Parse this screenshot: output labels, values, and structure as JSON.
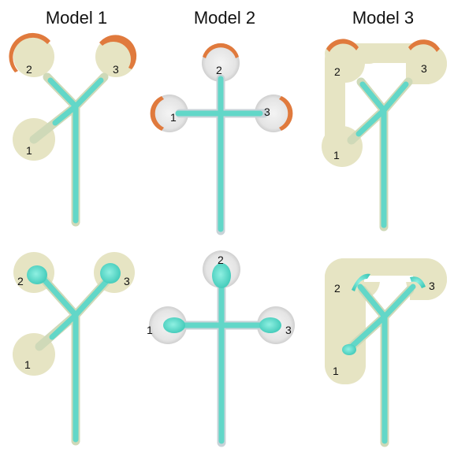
{
  "figure": {
    "titles": [
      "Model 1",
      "Model 2",
      "Model 3"
    ],
    "port_labels": [
      "1",
      "2",
      "3"
    ]
  },
  "colors": {
    "channel": "#6ad9cb",
    "channel_edge": "#b8d8b6",
    "pad": "#e5e3c2",
    "pad_grey": "#e2e2e2",
    "pad_rim": "#d8d6b6",
    "orange": "#e07a3d",
    "fluid": "#5fd8c9"
  }
}
